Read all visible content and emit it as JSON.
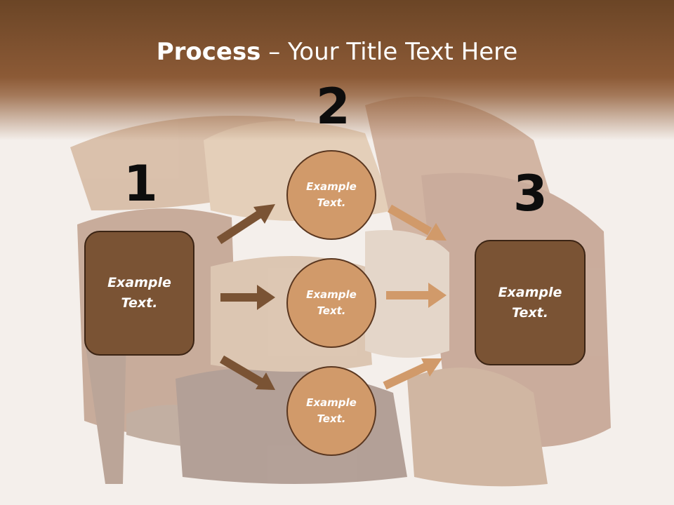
{
  "title": {
    "strong": "Process",
    "rest": " – Your Title Text Here"
  },
  "numbers": {
    "n1": "1",
    "n2": "2",
    "n3": "3"
  },
  "left_box": {
    "line1": "Example",
    "line2": "Text."
  },
  "right_box": {
    "line1": "Example",
    "line2": "Text."
  },
  "circles": [
    {
      "line1": "Example",
      "line2": "Text."
    },
    {
      "line1": "Example",
      "line2": "Text."
    },
    {
      "line1": "Example",
      "line2": "Text."
    }
  ],
  "colors": {
    "header": "#8c5a36",
    "box_fill": "#7a5334",
    "circle_fill": "#d19a6a",
    "arrow_dark": "#7a5334",
    "arrow_light": "#d19a6a"
  }
}
